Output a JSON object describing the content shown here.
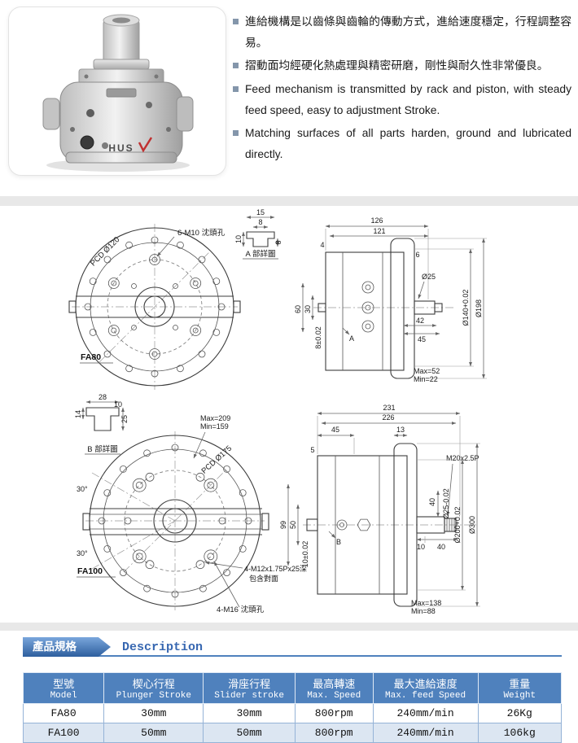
{
  "intro": {
    "bullets": [
      "進給機構是以齒條與齒輪的傳動方式，進給速度穩定，行程調整容易。",
      "摺動面均經硬化熱處理與精密研磨，剛性與耐久性非常優良。",
      "Feed mechanism is transmitted by rack and piston, with steady feed speed, easy to adjustment Stroke.",
      "Matching surfaces of all parts harden, ground and lubricated directly."
    ],
    "photo_logo": "HUS"
  },
  "drawings": {
    "fa80": {
      "model": "FA80",
      "front": {
        "pcd": "PCD Ø120",
        "holes": "6-M10 沈頭孔"
      },
      "detail": {
        "title": "A 部詳圖",
        "w_outer": "15",
        "w_inner": "8",
        "h_left": "10",
        "h_right": "8"
      },
      "section": {
        "len_total": "126",
        "len_body": "121",
        "off_left": "4",
        "off_right": "6",
        "shaft_dia": "Ø25",
        "h60": "60",
        "h30": "30",
        "d42": "42",
        "d45": "45",
        "slot": "8±0.02",
        "bore": "Ø140+0.02",
        "flange": "Ø198",
        "view_mark": "A",
        "max": "Max=52",
        "min": "Min=22"
      }
    },
    "fa100": {
      "model": "FA100",
      "detail": {
        "title": "B 部詳圖",
        "w_outer": "28",
        "w_inner": "10",
        "h_left": "14",
        "h_right": "25"
      },
      "front": {
        "pcd": "PCD Ø175",
        "max": "Max=209",
        "min": "Min=159",
        "angle_top": "30°",
        "angle_bottom": "30°",
        "tap_note1": "4-M12x1.75Px25深",
        "tap_note2": "包含對面",
        "holes": "4-M16 沈頭孔"
      },
      "section": {
        "len_total": "231",
        "len_body": "226",
        "d45": "45",
        "d13": "13",
        "d5": "5",
        "thread": "M20x2.5P",
        "h99": "99",
        "h50": "50",
        "slot": "10±0.02",
        "d40a": "40",
        "shaft_dia": "Ø25-0.02",
        "bore": "Ø200+0.02",
        "flange": "Ø300",
        "d10": "10",
        "d40b": "40",
        "view_mark": "B",
        "max": "Max=138",
        "min": "Min=88"
      }
    }
  },
  "spec": {
    "tag": "產品規格",
    "description": "Description",
    "columns": [
      {
        "zh": "型號",
        "en": "Model"
      },
      {
        "zh": "楔心行程",
        "en": "Plunger Stroke"
      },
      {
        "zh": "滑座行程",
        "en": "Slider stroke"
      },
      {
        "zh": "最高轉速",
        "en": "Max. Speed"
      },
      {
        "zh": "最大進給速度",
        "en": "Max. feed Speed"
      },
      {
        "zh": "重量",
        "en": "Weight"
      }
    ],
    "rows": [
      [
        "FA80",
        "30mm",
        "30mm",
        "800rpm",
        "240mm/min",
        "26Kg"
      ],
      [
        "FA100",
        "50mm",
        "50mm",
        "800rpm",
        "240mm/min",
        "106kg"
      ]
    ]
  }
}
